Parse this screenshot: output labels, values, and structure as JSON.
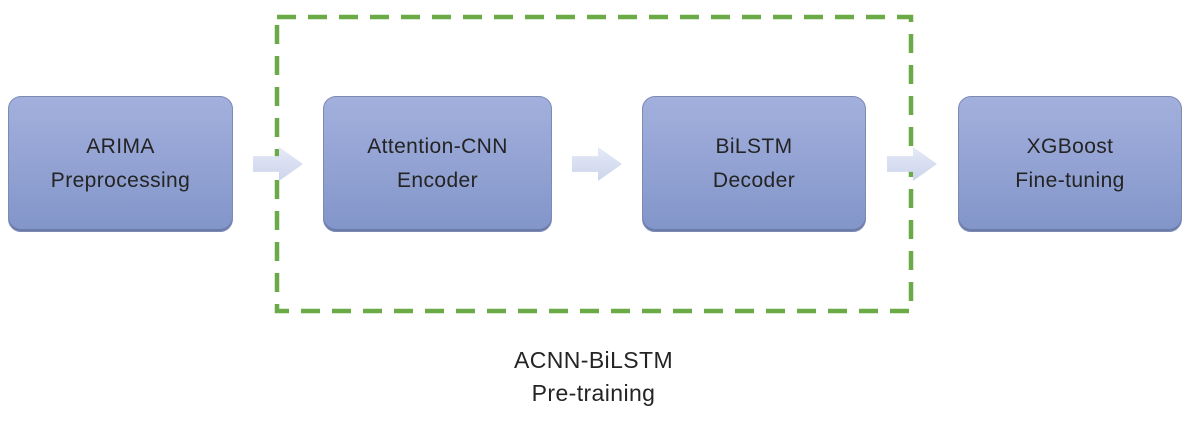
{
  "boxes": [
    {
      "line1": "ARIMA",
      "line2": "Preprocessing"
    },
    {
      "line1": "Attention-CNN",
      "line2": "Encoder"
    },
    {
      "line1": "BiLSTM",
      "line2": "Decoder"
    },
    {
      "line1": "XGBoost",
      "line2": "Fine-tuning"
    }
  ],
  "group_caption": {
    "line1": "ACNN-BiLSTM",
    "line2": "Pre-training"
  },
  "icons": {
    "flow_arrow": "right-block-arrow"
  },
  "colors": {
    "background": "#ffffff",
    "box_top": "#a3b0dd",
    "box_bottom": "#8295c9",
    "box_border": "#7d8ab2",
    "arrow_top": "#e5eaf7",
    "arrow_bottom": "#ccd4ec",
    "dashed_green": "#6aab47",
    "text_color": "#242424"
  }
}
